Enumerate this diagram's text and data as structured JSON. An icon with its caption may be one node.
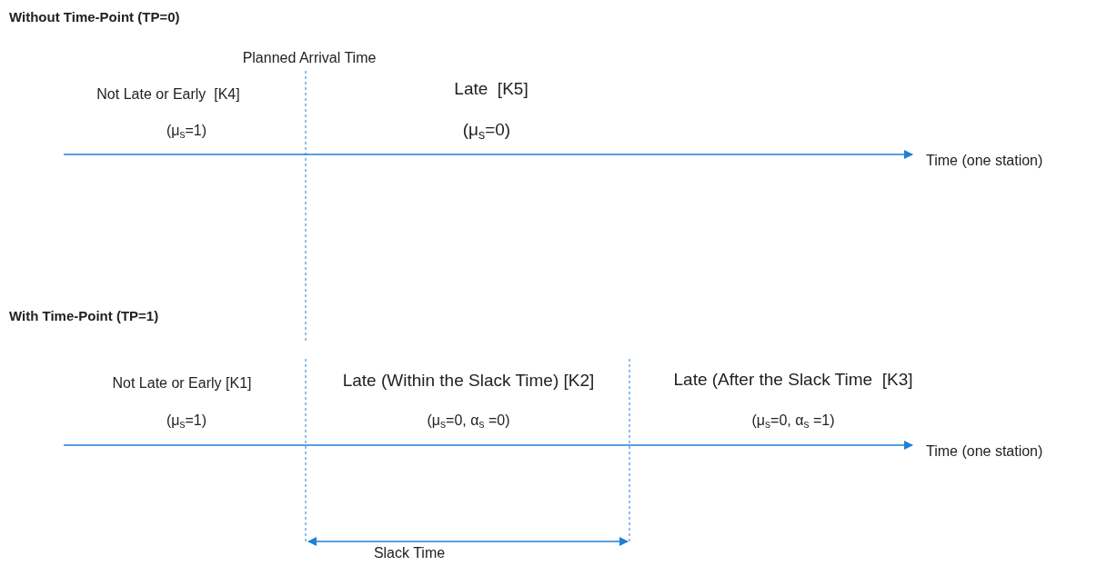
{
  "diagram": {
    "labels": [
      "Without Time-Point (TP=0)",
      "Planned Arrival Time",
      "Not Late or Early  [K4]",
      "Late  [K5]",
      "(μ$_{s}$=1)",
      "(μ$_{s}$=0)",
      "Time (one station)",
      "With Time-Point (TP=1)",
      "Not Late or Early [K1]",
      "Late (Within the Slack Time) [K2]",
      "Late (After the Slack Time  [K3]",
      "(μ$_{s}$=1)",
      "(μ$_{s}$=0, α$_{s}$ =0)",
      "(μ$_{s}$=0, α$_{s}$ =1)",
      "Time (one station)",
      "Slack Time"
    ]
  }
}
